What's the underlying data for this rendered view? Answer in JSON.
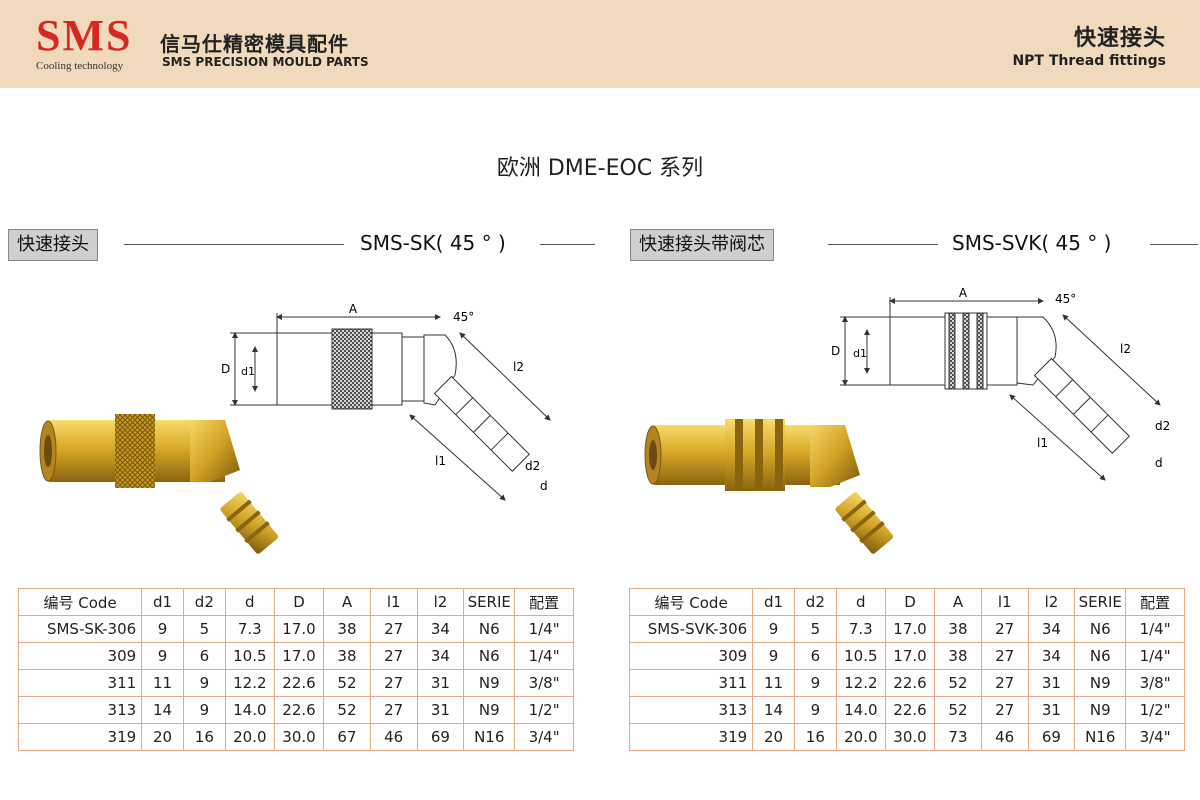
{
  "header": {
    "logo_text": "SMS",
    "logo_sub": "Cooling technology",
    "company_cn": "信马仕精密模具配件",
    "company_en": "SMS PRECISION MOULD PARTS",
    "category_cn": "快速接头",
    "category_en": "NPT Thread fittings"
  },
  "series_title": "欧洲 DME-EOC 系列",
  "dim_labels": {
    "A": "A",
    "D": "D",
    "d1": "d1",
    "d2": "d2",
    "d": "d",
    "l1": "l1",
    "l2": "l2",
    "angle": "45°"
  },
  "sections": [
    {
      "label": "快速接头",
      "model": "SMS-SK( 45 ° )",
      "headers": [
        "编号 Code",
        "d1",
        "d2",
        "d",
        "D",
        "A",
        "l1",
        "l2",
        "SERIE",
        "配置"
      ],
      "rows": [
        [
          "SMS-SK-306",
          "9",
          "5",
          "7.3",
          "17.0",
          "38",
          "27",
          "34",
          "N6",
          "1/4\""
        ],
        [
          "309",
          "9",
          "6",
          "10.5",
          "17.0",
          "38",
          "27",
          "34",
          "N6",
          "1/4\""
        ],
        [
          "311",
          "11",
          "9",
          "12.2",
          "22.6",
          "52",
          "27",
          "31",
          "N9",
          "3/8\""
        ],
        [
          "313",
          "14",
          "9",
          "14.0",
          "22.6",
          "52",
          "27",
          "31",
          "N9",
          "1/2\""
        ],
        [
          "319",
          "20",
          "16",
          "20.0",
          "30.0",
          "67",
          "46",
          "69",
          "N16",
          "3/4\""
        ]
      ]
    },
    {
      "label": "快速接头带阀芯",
      "model": "SMS-SVK( 45 ° )",
      "headers": [
        "编号 Code",
        "d1",
        "d2",
        "d",
        "D",
        "A",
        "l1",
        "l2",
        "SERIE",
        "配置"
      ],
      "rows": [
        [
          "SMS-SVK-306",
          "9",
          "5",
          "7.3",
          "17.0",
          "38",
          "27",
          "34",
          "N6",
          "1/4\""
        ],
        [
          "309",
          "9",
          "6",
          "10.5",
          "17.0",
          "38",
          "27",
          "34",
          "N6",
          "1/4\""
        ],
        [
          "311",
          "11",
          "9",
          "12.2",
          "22.6",
          "52",
          "27",
          "31",
          "N9",
          "3/8\""
        ],
        [
          "313",
          "14",
          "9",
          "14.0",
          "22.6",
          "52",
          "27",
          "31",
          "N9",
          "1/2\""
        ],
        [
          "319",
          "20",
          "16",
          "20.0",
          "30.0",
          "73",
          "46",
          "69",
          "N16",
          "3/4\""
        ]
      ]
    }
  ]
}
